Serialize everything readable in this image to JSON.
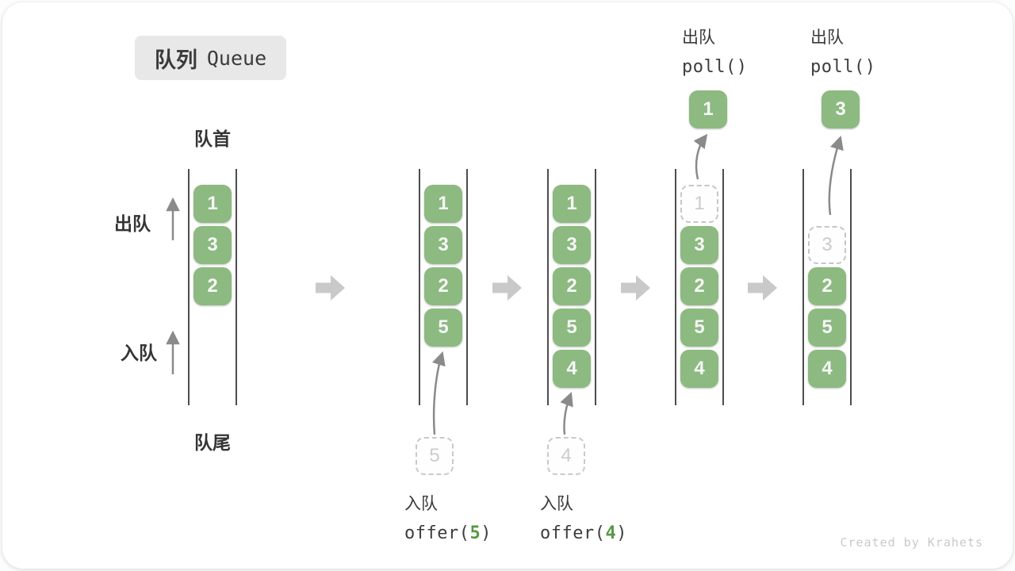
{
  "title": {
    "zh": "队列",
    "en": "Queue"
  },
  "labels": {
    "head": "队首",
    "tail": "队尾",
    "dequeue": "出队",
    "enqueue": "入队"
  },
  "columns": [
    {
      "name": "state-1",
      "slots": [
        {
          "v": "1",
          "t": "filled"
        },
        {
          "v": "3",
          "t": "filled"
        },
        {
          "v": "2",
          "t": "filled"
        }
      ]
    },
    {
      "name": "state-2",
      "slots": [
        {
          "v": "1",
          "t": "filled"
        },
        {
          "v": "3",
          "t": "filled"
        },
        {
          "v": "2",
          "t": "filled"
        },
        {
          "v": "5",
          "t": "filled"
        }
      ]
    },
    {
      "name": "state-3",
      "slots": [
        {
          "v": "1",
          "t": "filled"
        },
        {
          "v": "3",
          "t": "filled"
        },
        {
          "v": "2",
          "t": "filled"
        },
        {
          "v": "5",
          "t": "filled"
        },
        {
          "v": "4",
          "t": "filled"
        }
      ]
    },
    {
      "name": "state-4",
      "slots": [
        {
          "v": "1",
          "t": "dashed"
        },
        {
          "v": "3",
          "t": "filled"
        },
        {
          "v": "2",
          "t": "filled"
        },
        {
          "v": "5",
          "t": "filled"
        },
        {
          "v": "4",
          "t": "filled"
        }
      ]
    },
    {
      "name": "state-5",
      "slots": [
        {
          "t": "empty"
        },
        {
          "v": "3",
          "t": "dashed"
        },
        {
          "v": "2",
          "t": "filled"
        },
        {
          "v": "5",
          "t": "filled"
        },
        {
          "v": "4",
          "t": "filled"
        }
      ]
    }
  ],
  "floating": {
    "enqueue5": {
      "value": "5"
    },
    "enqueue4": {
      "value": "4"
    },
    "dequeued1": {
      "value": "1"
    },
    "dequeued3": {
      "value": "3"
    }
  },
  "captions": {
    "offer5": {
      "line1": "入队",
      "code_prefix": "offer(",
      "code_arg": "5",
      "code_suffix": ")"
    },
    "offer4": {
      "line1": "入队",
      "code_prefix": "offer(",
      "code_arg": "4",
      "code_suffix": ")"
    },
    "poll1": {
      "line1": "出队",
      "code": "poll()"
    },
    "poll2": {
      "line1": "出队",
      "code": "poll()"
    }
  },
  "watermark": "Created by Krahets",
  "colors": {
    "box_green": "#8cba80",
    "arg_green": "#559a43",
    "dashed_gray": "#c9c9c9",
    "step_arrow_gray": "#c9c9c9",
    "thin_arrow_gray": "#8a8a8a",
    "line_dark": "#4d4d4d",
    "text_dark": "#3a3a3a",
    "badge_bg": "#e8e8e8",
    "watermark_gray": "#c9c9c9"
  }
}
